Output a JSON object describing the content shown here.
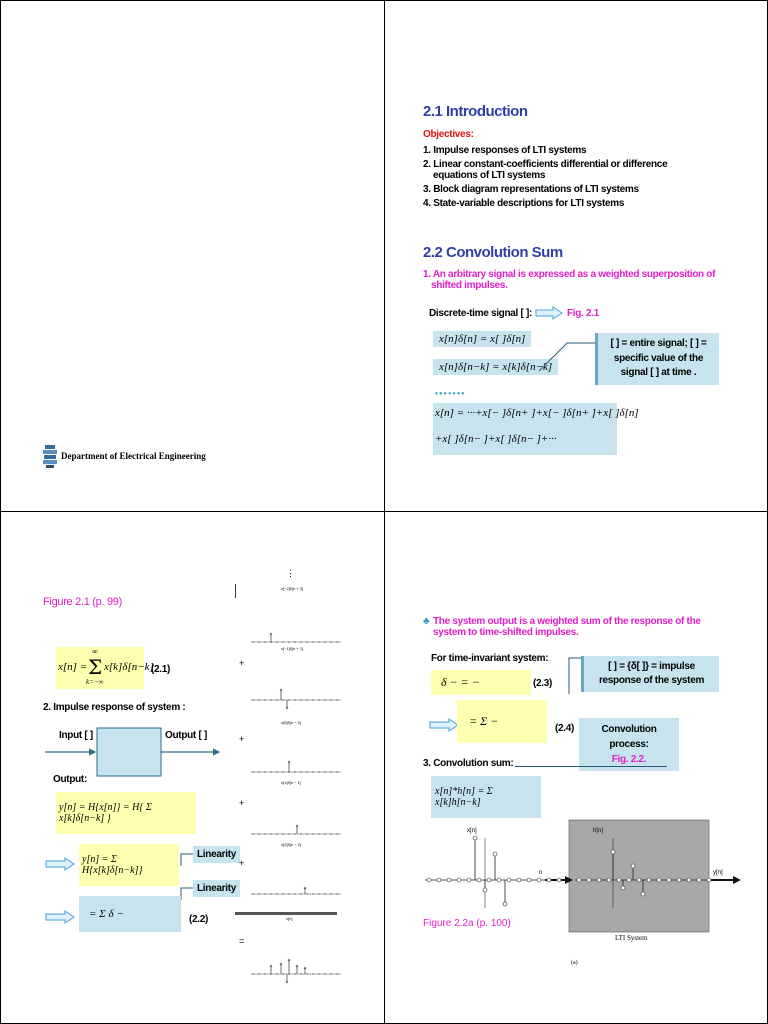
{
  "slide1": {
    "department": "Department of Electrical Engineering"
  },
  "slide2": {
    "title_intro": "2.1 Introduction",
    "objectives_label": "Objectives:",
    "objectives": [
      "1.  Impulse responses of LTI systems",
      "2.  Linear constant-coefficients differential or difference equations of LTI systems",
      "3.  Block diagram representations of LTI systems",
      "4.  State-variable descriptions for LTI systems"
    ],
    "title_conv": "2.2 Convolution Sum",
    "point1": "1. An arbitrary signal is expressed as a weighted superposition of shifted impulses.",
    "dt_signal": "Discrete-time signal  [  ]:",
    "fig_ref": "Fig. 2.1",
    "eq1": "x[n]δ[n] = x[  ]δ[n]",
    "eq2": "x[n]δ[n−k] = x[k]δ[n−k]",
    "note": "[  ] = entire signal;  [  ] = specific value of the signal  [  ] at time  .",
    "dots": "• • • • • • •",
    "eq3": "x[n] = ···+x[−  ]δ[n+  ]+x[−  ]δ[n+  ]+x[  ]δ[n]",
    "eq4": "+x[  ]δ[n−  ]+x[  ]δ[n−  ]+···"
  },
  "slide3": {
    "figure_label": "Figure 2.1  (p. 99)",
    "eq21_lhs": "x[n] =",
    "eq21_sum_top": "∞",
    "eq21_sum_bottom": "k=−∞",
    "eq21_rhs": "x[k]δ[n−k]",
    "eq21_num": "(2.1)",
    "impulse_title": "2. Impulse response of      system    :",
    "input_label": "Input  [  ]",
    "output_label": "Output  [  ]",
    "output_heading": "Output:",
    "eq_y1": "y[n] = H{x[n]} = H{ Σ x[k]δ[n−k] }",
    "eq_y2": "y[n] = Σ H{x[k]δ[n−k]}",
    "linearity1": "Linearity",
    "linearity2": "Linearity",
    "eq_y3": "= Σ        δ  −",
    "eq22_num": "(2.2)",
    "plot_labels": [
      "x[−2]δ[n + 2]",
      "x[−1]δ[n + 1]",
      "x[0]δ[n − 0]",
      "x[1]δ[n − 1]",
      "x[2]δ[n − 2]",
      "x[n]"
    ],
    "op_plus": "+",
    "op_eq": "=",
    "vdots": "⋮"
  },
  "slide4": {
    "point_output": "The system output is a weighted sum of the response of the system to time-shifted impulses.",
    "ti_label": "For time-invariant system:",
    "eq23": "δ   −   =   −",
    "eq23_num": "(2.3)",
    "impulse_note": "[  ] =   {δ[  ]} = impulse response of the      system",
    "eq24": "= Σ        −",
    "eq24_num": "(2.4)",
    "conv_process": "Convolution process:",
    "fig22_ref": "Fig. 2.2.",
    "conv_sum_label": "3. Convolution sum:",
    "eq_conv": "x[n]*h[n] = Σ x[k]h[n−k]",
    "figure_label": "Figure 2.2a (p. 100)",
    "lti_label": "LTI System",
    "sub_a": "(a)",
    "axis_xn": "x[n]",
    "axis_hn": "h[n]",
    "axis_yn": "y[n]",
    "axis_n": "n"
  }
}
